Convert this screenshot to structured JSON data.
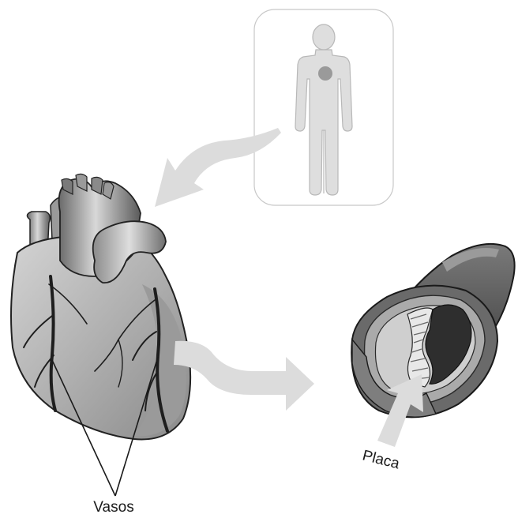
{
  "labels": {
    "vessels": "Vasos",
    "plaque": "Placa"
  },
  "colors": {
    "background": "#ffffff",
    "arrow": "#dcdcdc",
    "body_outline": "#cfcfcf",
    "heart_dark": "#4a4a4a",
    "heart_mid": "#8e8e8e",
    "heart_light": "#c9c9c9",
    "artery_outer": "#3c3c3c",
    "plaque": "#e8e8e8"
  },
  "icons": {
    "person": "human-figure-icon",
    "heart": "heart-illustration",
    "artery": "artery-cross-section"
  }
}
